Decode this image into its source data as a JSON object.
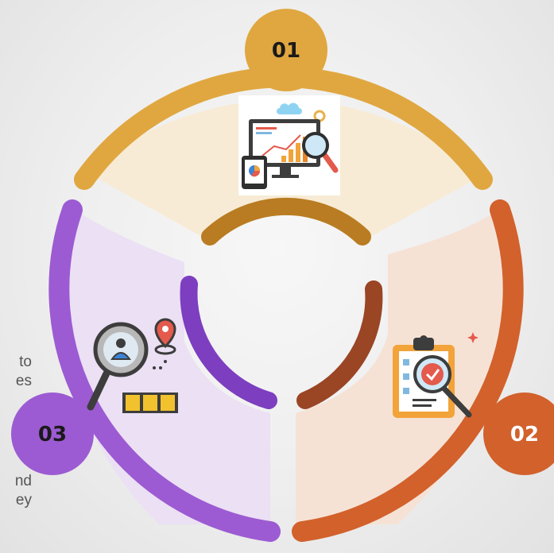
{
  "segments": [
    {
      "number": "01",
      "color": "#e0a740",
      "inner_color": "#b97c22",
      "fill": "#f7ebd5",
      "icon": "analytics-dashboard-icon"
    },
    {
      "number": "02",
      "color": "#d2612c",
      "inner_color": "#9a4524",
      "fill": "#f6e2d5",
      "icon": "checklist-inspection-icon"
    },
    {
      "number": "03",
      "color": "#9c5bd2",
      "inner_color": "#7d3ec0",
      "fill": "#ebe0f4",
      "icon": "location-search-icon"
    }
  ],
  "side_text": {
    "line1a": "to",
    "line1b": "es",
    "line2a": "nd",
    "line2b": "ey"
  }
}
